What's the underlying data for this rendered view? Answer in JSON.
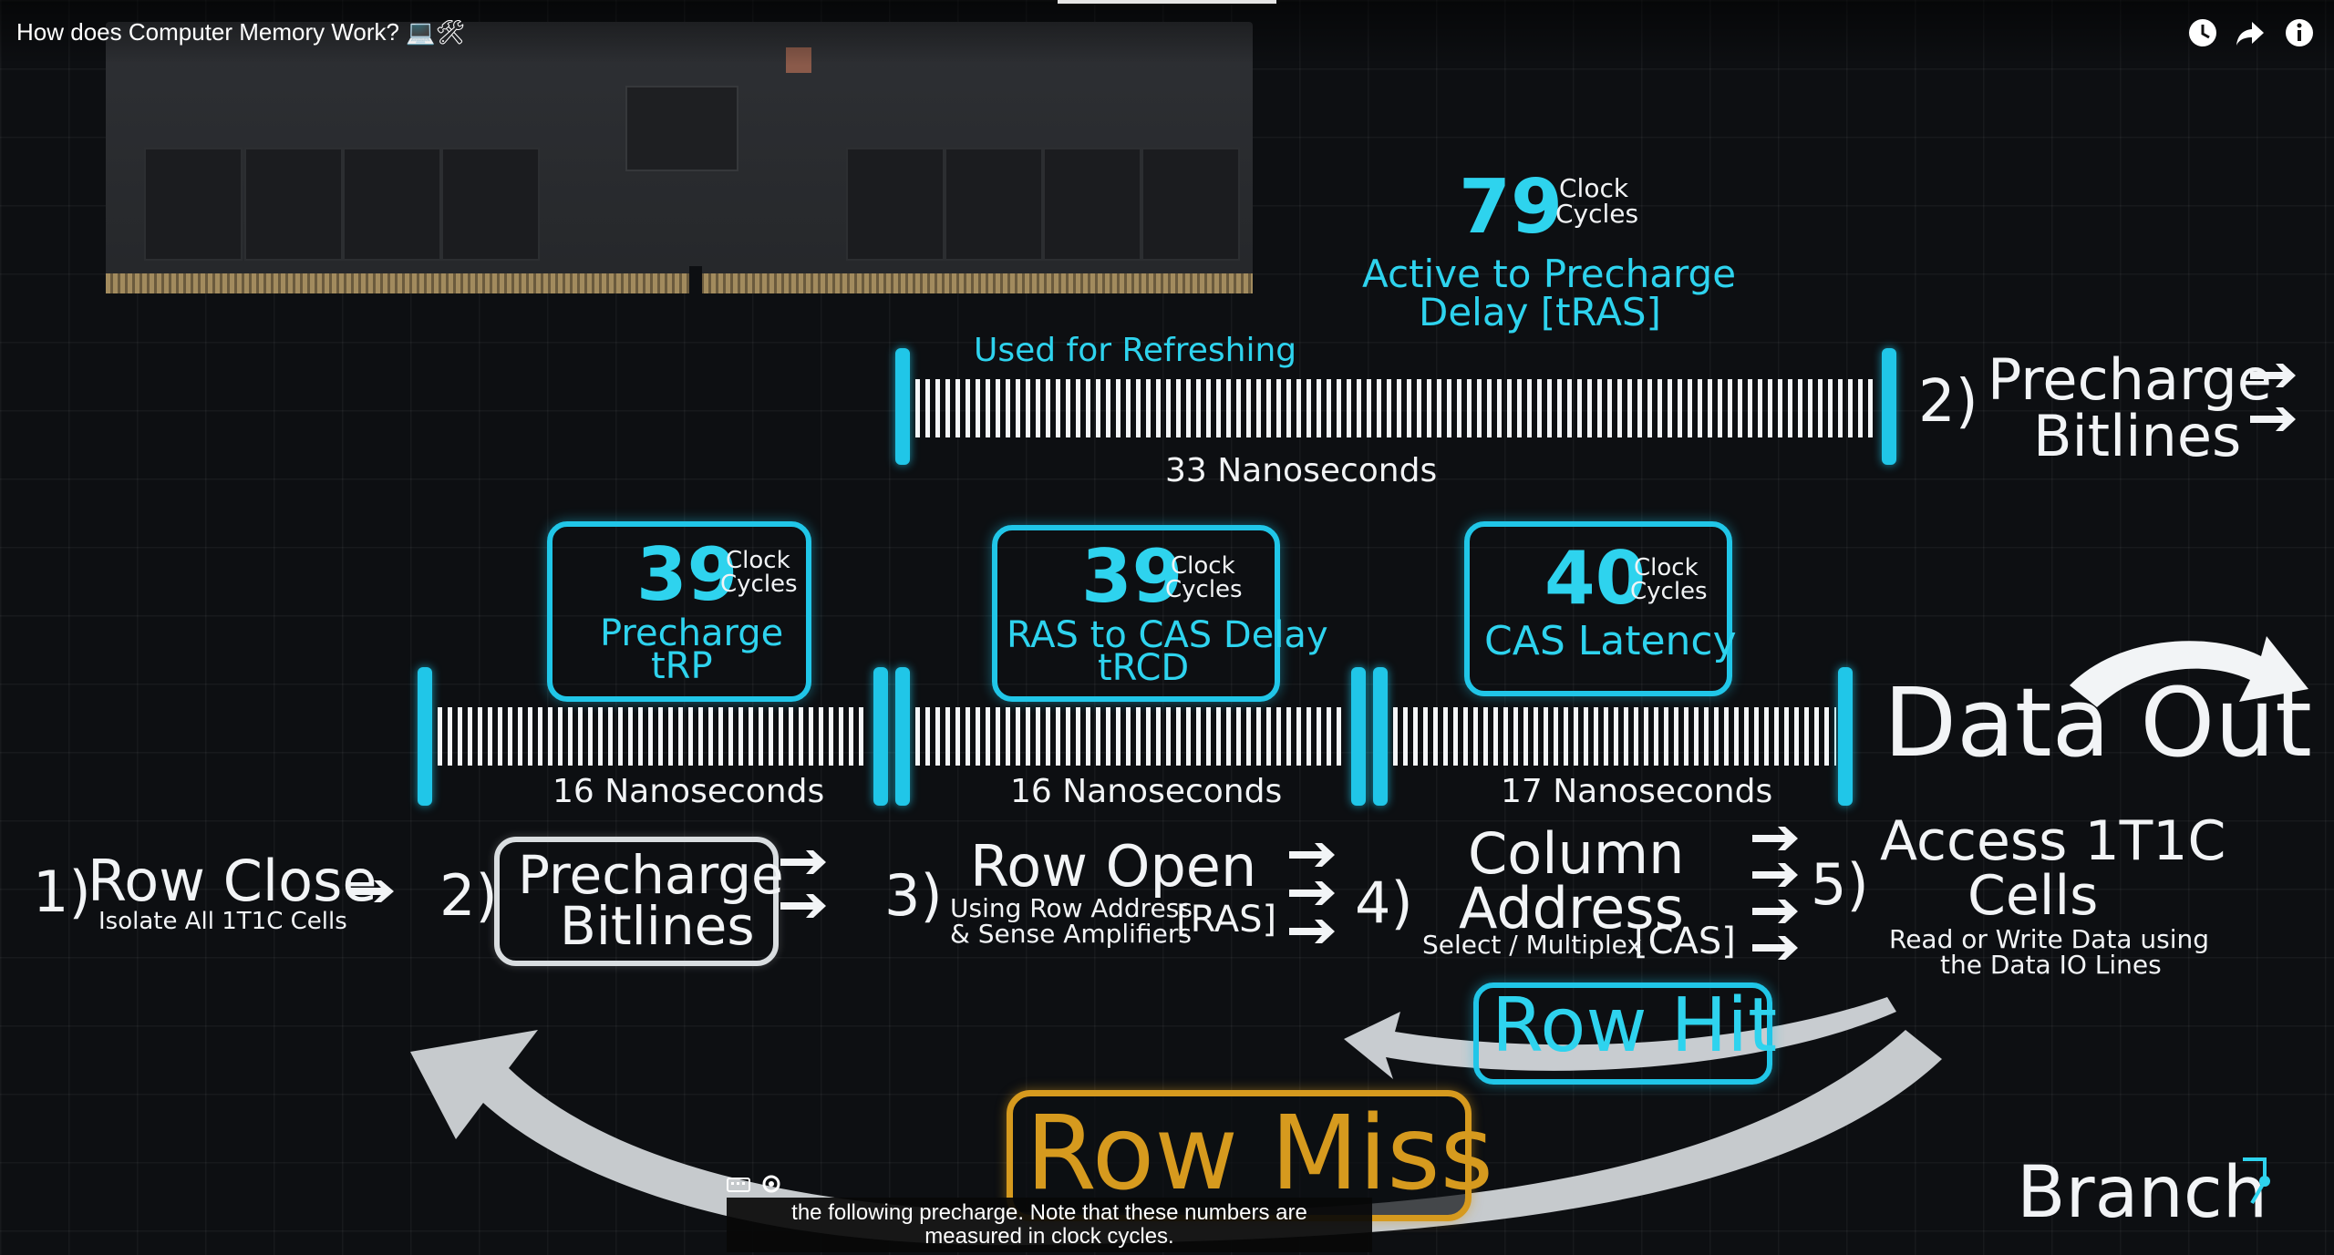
{
  "window": {
    "title": "How does Computer Memory Work? 💻🛠"
  },
  "controls": {
    "watch_later_icon": "clock-icon",
    "share_icon": "share-arrow-icon",
    "info_icon": "info-icon"
  },
  "top_timing": {
    "cycles_number": "79",
    "cycles_unit_line1": "Clock",
    "cycles_unit_line2": "Cycles",
    "name_line1": "Active to Precharge",
    "name_line2": "Delay [tRAS]",
    "bar_label": "Used for Refreshing",
    "duration": "33 Nanoseconds",
    "step_number": "2)",
    "step_line1": "Precharge",
    "step_line2": "Bitlines"
  },
  "timings": [
    {
      "cycles": "39",
      "unit1": "Clock",
      "unit2": "Cycles",
      "name1": "Precharge",
      "name2": "tRP",
      "duration": "16 Nanoseconds"
    },
    {
      "cycles": "39",
      "unit1": "Clock",
      "unit2": "Cycles",
      "name1": "RAS to CAS Delay",
      "name2": "tRCD",
      "duration": "16 Nanoseconds"
    },
    {
      "cycles": "40",
      "unit1": "Clock",
      "unit2": "Cycles",
      "name1": "CAS Latency",
      "name2": "",
      "duration": "17 Nanoseconds"
    }
  ],
  "data_out": "Data Out",
  "steps": [
    {
      "num": "1)",
      "title": "Row Close",
      "sub": "Isolate All 1T1C Cells"
    },
    {
      "num": "2)",
      "title1": "Precharge",
      "title2": "Bitlines"
    },
    {
      "num": "3)",
      "title": "Row Open",
      "sub1": "Using Row Address",
      "sub2": "& Sense Amplifiers",
      "tag": "[RAS]"
    },
    {
      "num": "4)",
      "title1": "Column",
      "title2": "Address",
      "sub": "Select / Multiplex",
      "tag": "[CAS]"
    },
    {
      "num": "5)",
      "title1": "Access 1T1C",
      "title2": "Cells",
      "sub1": "Read or Write Data using",
      "sub2": "the Data IO Lines"
    }
  ],
  "row_hit": "Row Hit",
  "row_miss": "Row Miss",
  "brand": "Branch",
  "subtitle": {
    "line1": "the following precharge. Note that these numbers are",
    "line2": "measured in clock cycles."
  },
  "colors": {
    "cyan": "#20c6e8",
    "row_miss": "#d69a1e",
    "background": "#0d0f12"
  }
}
